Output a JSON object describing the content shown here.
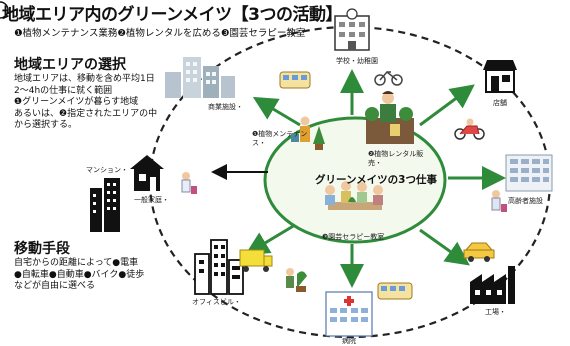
{
  "header": {
    "title": "地域エリア内のグリーンメイツ【3つの活動】",
    "subtitle": "❶植物メンテナンス業務❷植物レンタルを広める❸園芸セラピー教室"
  },
  "area_section": {
    "heading": "地域エリアの選択",
    "body": "地域エリアは、移動を含め平均1日\n2～4hの仕事に就く範囲\n❶グリーンメイツが暮らす地域\nあるいは、❷指定されたエリアの中\nから選択する。"
  },
  "transport_section": {
    "heading": "移動手段",
    "body": "自宅からの距離によって●電車\n●自転車●自動車●バイク●徒歩\nなどが自由に選べる"
  },
  "center": {
    "title": "グリーンメイツの3つ仕事",
    "activity1": "❶植物メンテナン\nス・",
    "activity2": "❷植物レンタル販\n売・",
    "activity3": "❸園芸セラピー教室"
  },
  "places": {
    "school": "学校・幼稚園",
    "commercial": "商業施設・",
    "store": "店舗",
    "mansion": "マンション・",
    "house": "一般家庭・",
    "elderly": "高齢者施設",
    "office": "オフィスビル・",
    "factory": "工場・",
    "hospital": "病院"
  },
  "colors": {
    "arrow": "#2e8b3a",
    "ring": "#222222",
    "center_fill": "#f4f9ee"
  }
}
